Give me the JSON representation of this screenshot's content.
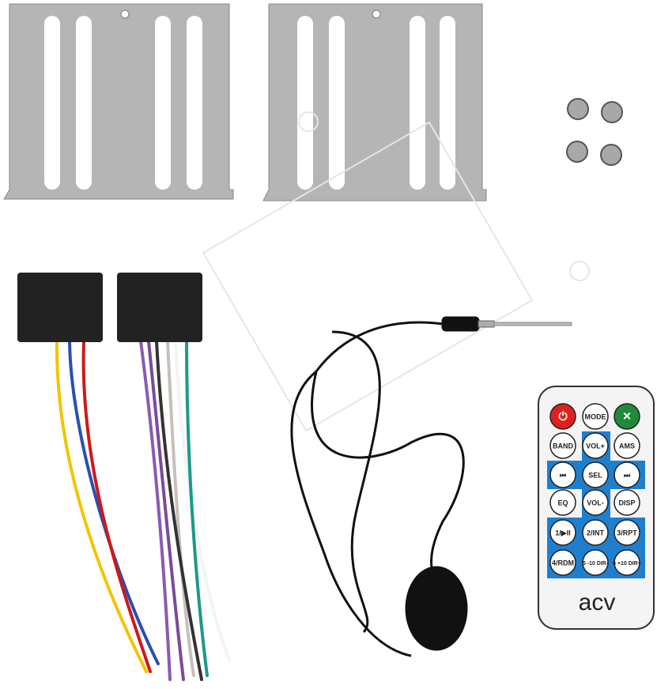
{
  "product_items": [
    "mounting-bracket-left",
    "mounting-bracket-right",
    "screws",
    "iso-connectors",
    "microphone",
    "remote-control"
  ],
  "remote": {
    "brand": "acv",
    "buttons": [
      {
        "label": "",
        "icon": "power-icon",
        "color": "#e02020"
      },
      {
        "label": "MODE"
      },
      {
        "label": "",
        "icon": "mute-icon",
        "color": "#1f8a3a"
      },
      {
        "label": "BAND"
      },
      {
        "label": "VOL+"
      },
      {
        "label": "AMS"
      },
      {
        "label": "⏮"
      },
      {
        "label": "SEL"
      },
      {
        "label": "⏭"
      },
      {
        "label": "EQ"
      },
      {
        "label": "VOL-"
      },
      {
        "label": "DISP"
      },
      {
        "label": "1/▶II"
      },
      {
        "label": "2/INT"
      },
      {
        "label": "3/RPT"
      },
      {
        "label": "4/RDM"
      },
      {
        "label": "5 -10 DIR-"
      },
      {
        "label": "6 +10 DIR+"
      }
    ],
    "accent_color": "#1f7fcf"
  },
  "wire_colors": [
    "#f2c500",
    "#2a4fb0",
    "#d01818",
    "#8a5ab0",
    "#7a4a9a",
    "#c8c0b8",
    "#ffffff",
    "#1a9a8a",
    "#20a060"
  ]
}
